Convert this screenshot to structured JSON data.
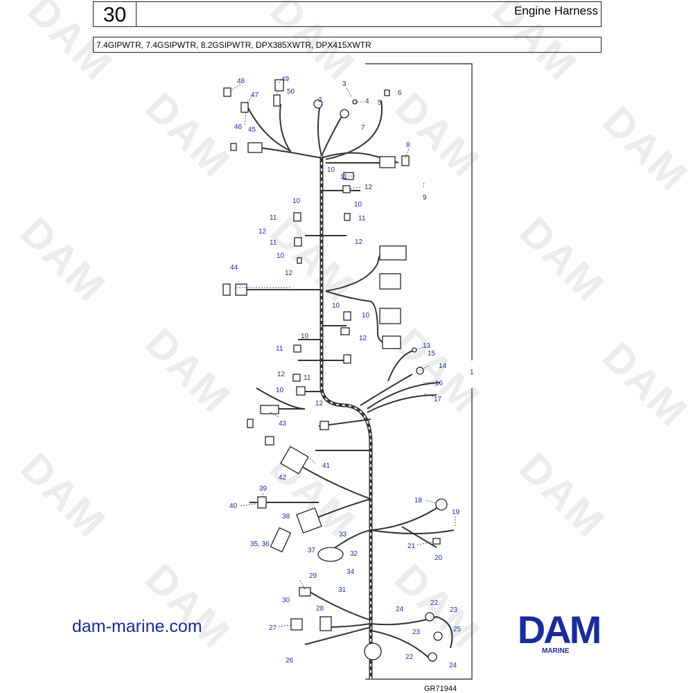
{
  "header": {
    "page_number": "30",
    "title": "Engine Harness",
    "models": "7.4GIPWTR, 7.4GSIPWTR, 8.2GSIPWTR, DPX385XWTR, DPX415XWTR"
  },
  "watermark": {
    "text": "DAM"
  },
  "diagram": {
    "callouts": [
      "48",
      "49",
      "47",
      "50",
      "46",
      "45",
      "3",
      "4",
      "2",
      "5",
      "6",
      "7",
      "8",
      "10",
      "11",
      "12",
      "9",
      "10",
      "11",
      "10",
      "11",
      "12",
      "11",
      "12",
      "10",
      "44",
      "12",
      "10",
      "10",
      "12",
      "11",
      "10",
      "13",
      "15",
      "14",
      "16",
      "17",
      "12",
      "11",
      "10",
      "12",
      "43",
      "41",
      "42",
      "39",
      "40",
      "38",
      "35, 36",
      "37",
      "18",
      "19",
      "21",
      "20",
      "33",
      "32",
      "34",
      "29",
      "30",
      "31",
      "28",
      "27",
      "26",
      "24",
      "22",
      "23",
      "23",
      "25",
      "22",
      "24",
      "1"
    ],
    "callout_color": "#1a2b9a"
  },
  "footer": {
    "site": "dam-marine.com",
    "logo_text": "DAM",
    "logo_sub": "MARINE",
    "logo_color": "#1a2b9a",
    "figure_code": "GR71944"
  }
}
